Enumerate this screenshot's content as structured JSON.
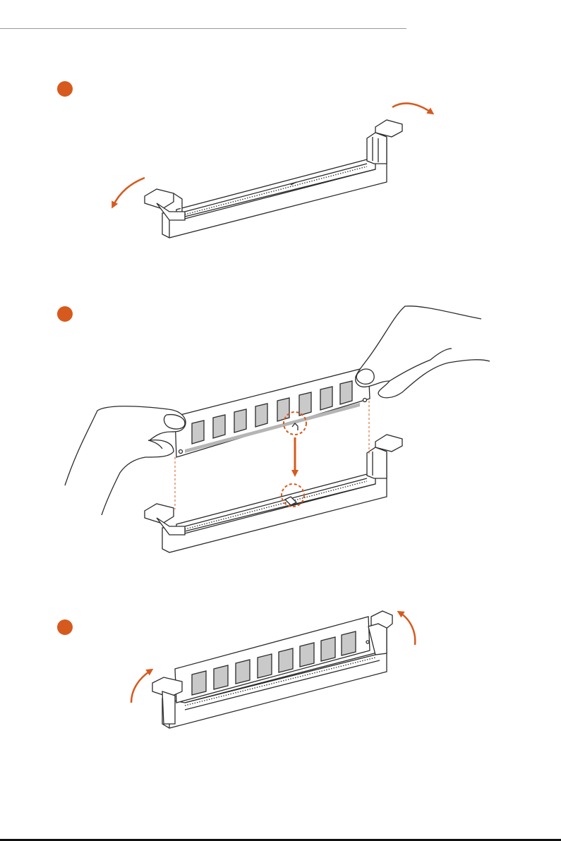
{
  "colors": {
    "accent": "#d65a1e",
    "line": "#2b2b2b",
    "chip_fill": "#c9c9c9",
    "contact_strip": "#b5b5b5",
    "header_rule": "#9a9a9a"
  },
  "steps": [
    {
      "id": "step-1",
      "icon": "unlock-clips-illustration"
    },
    {
      "id": "step-2",
      "icon": "insert-module-illustration"
    },
    {
      "id": "step-3",
      "icon": "lock-clips-illustration"
    }
  ]
}
